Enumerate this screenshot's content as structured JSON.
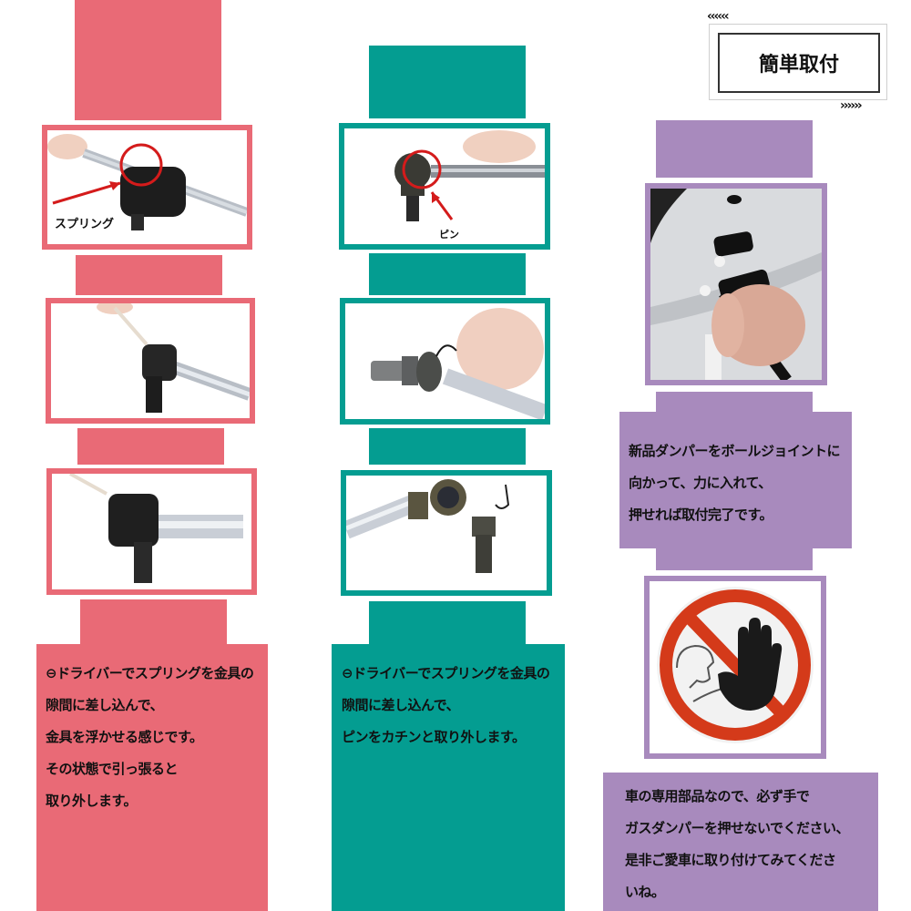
{
  "badge": {
    "label": "簡単取付",
    "left_arrows": "‹‹‹‹‹‹",
    "right_arrows": "››››››"
  },
  "colors": {
    "pink": "#e96a76",
    "teal": "#049d91",
    "purple": "#a88abd",
    "prohibition_red": "#d43a1a"
  },
  "columns": [
    {
      "name": "spring-removal",
      "photos": [
        {
          "subject": "spring-clip-closeup",
          "caption": "スプリング"
        },
        {
          "subject": "screwdriver-lifting-spring",
          "caption": ""
        },
        {
          "subject": "ball-joint-detached",
          "caption": ""
        }
      ],
      "text": [
        "⊖ドライバーでスプリングを金具の",
        "隙間に差し込んで、",
        "金具を浮かせる感じです。",
        "その状態で引っ張ると",
        "取り外します。"
      ]
    },
    {
      "name": "pin-removal",
      "photos": [
        {
          "subject": "pin-closeup",
          "caption": "ピン"
        },
        {
          "subject": "pulling-pin",
          "caption": ""
        },
        {
          "subject": "socket-and-bolt-separated",
          "caption": ""
        }
      ],
      "text": [
        "⊖ドライバーでスプリングを金具の",
        "隙間に差し込んで、",
        "ピンをカチンと取り外します。"
      ]
    },
    {
      "name": "installation",
      "photos": [
        {
          "subject": "installing-damper-on-car",
          "caption": ""
        },
        {
          "subject": "prohibition-sign",
          "caption": ""
        }
      ],
      "text_install": [
        "新品ダンパーをボールジョイントに",
        "向かって、力に入れて、",
        "押せれば取付完了です。"
      ],
      "text_warning": [
        "車の専用部品なので、必ず手で",
        "ガスダンパーを押せないでください、",
        "是非ご愛車に取り付けてみてくださ",
        "いね。"
      ]
    }
  ]
}
